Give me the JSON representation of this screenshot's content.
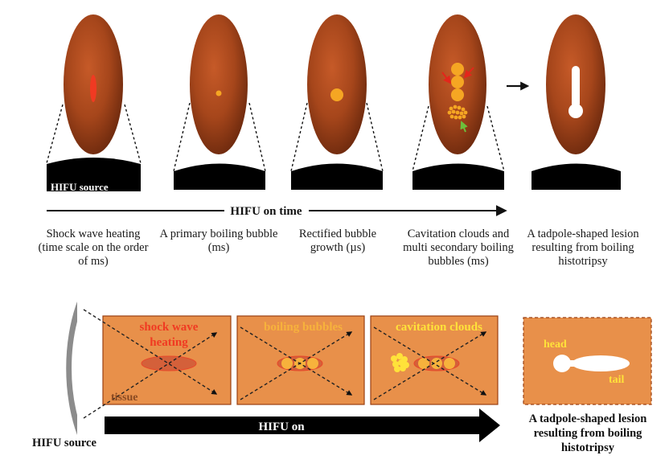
{
  "top_panel": {
    "source_label": "HIFU source",
    "timeline_label": "HIFU on time",
    "stages": [
      {
        "caption": "Shock wave heating (time scale on the order of ms)"
      },
      {
        "caption": "A primary boiling bubble (ms)"
      },
      {
        "caption": "Rectified bubble growth (µs)"
      },
      {
        "caption": "Cavitation clouds and multi secondary boiling bubbles (ms)"
      },
      {
        "caption": "A tadpole-shaped lesion resulting from boiling histotripsy"
      }
    ]
  },
  "bottom_panel": {
    "source_label": "HIFU source",
    "arrow_label": "HIFU on",
    "boxes": [
      {
        "title": "shock wave heating",
        "tissue_label": "tissue"
      },
      {
        "title": "boiling bubbles"
      },
      {
        "title": "cavitation clouds"
      }
    ],
    "lesion": {
      "head_label": "head",
      "tail_label": "tail",
      "caption": "A tadpole-shaped lesion resulting from boiling histotripsy"
    }
  },
  "colors": {
    "tissue_brown": "#a8461c",
    "tissue_orange": "#e8904a",
    "bubble_orange": "#f5a623",
    "shock_red": "#f03a22",
    "boiling_yellow": "#f7b23c",
    "cavitation_yellow": "#ffe23a",
    "transducer_gray": "#8c8c8c"
  }
}
